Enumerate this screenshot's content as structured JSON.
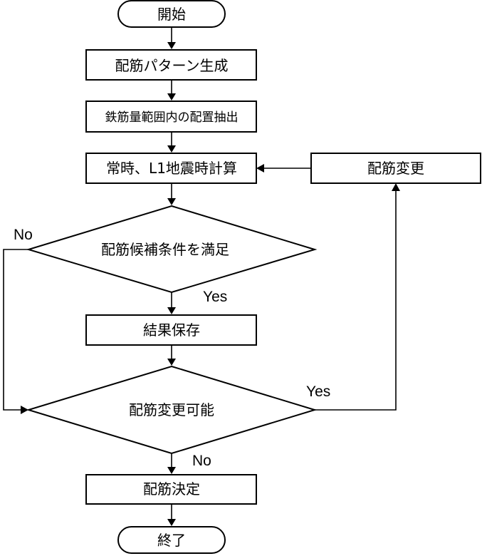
{
  "flowchart": {
    "start": "開始",
    "generate_pattern": "配筋パターン生成",
    "extract_layout": "鉄筋量範囲内の配置抽出",
    "calculate": "常時、L1地震時計算",
    "change_layout": "配筋変更",
    "check_conditions": "配筋候補条件を満足",
    "save_result": "結果保存",
    "can_change": "配筋変更可能",
    "decide_layout": "配筋決定",
    "end": "終了"
  },
  "branches": {
    "conditions_no": "No",
    "conditions_yes": "Yes",
    "change_yes": "Yes",
    "change_no": "No"
  }
}
